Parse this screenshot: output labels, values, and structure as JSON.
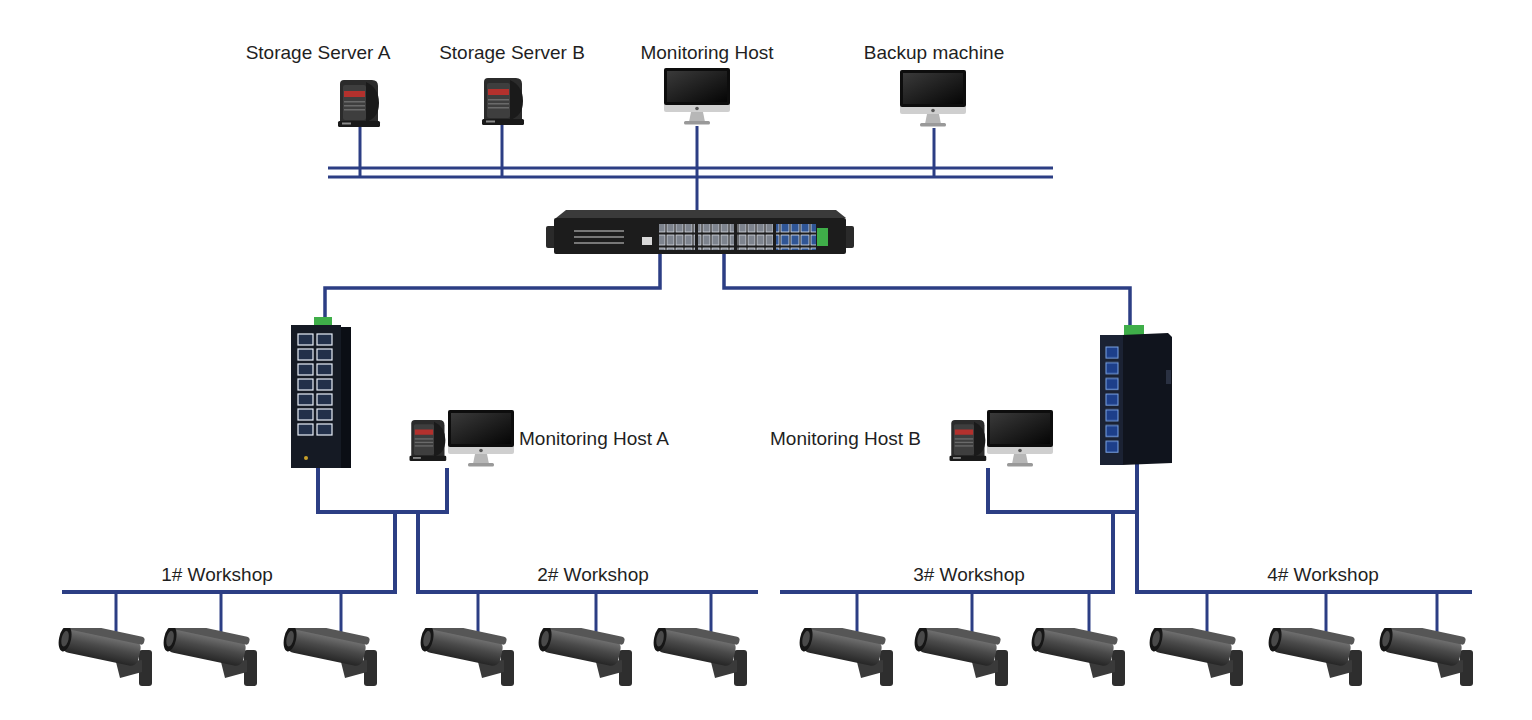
{
  "diagram": {
    "nodes": [
      {
        "text": [
          "Storage Server A"
        ]
      },
      {
        "text": [
          "Storage Server B"
        ]
      },
      {
        "text": [
          "Monitoring Host"
        ]
      },
      {
        "text": [
          "Backup machine"
        ]
      },
      {
        "text": [
          "Monitoring Host A"
        ]
      },
      {
        "text": [
          "Monitoring Host B"
        ]
      },
      {
        "text": [
          "1# Workshop"
        ]
      },
      {
        "text": [
          "2# Workshop"
        ]
      },
      {
        "text": [
          "3# Workshop"
        ]
      },
      {
        "text": [
          "4# Workshop"
        ]
      }
    ],
    "edges": [
      {
        "from": 4,
        "to": 6,
        "arrow": "none"
      },
      {
        "from": 4,
        "to": 7,
        "arrow": "none"
      },
      {
        "from": 5,
        "to": 8,
        "arrow": "none"
      },
      {
        "from": 5,
        "to": 9,
        "arrow": "none"
      }
    ]
  }
}
